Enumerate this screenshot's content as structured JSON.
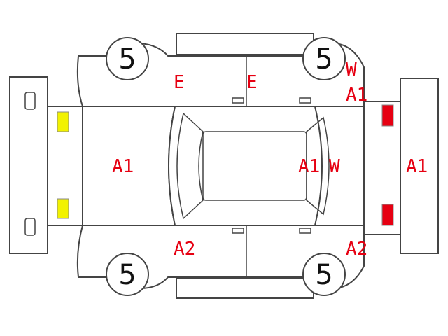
{
  "colors": {
    "mark": "#e60012",
    "outline": "#444444",
    "front_light": "#f2f200",
    "rear_light": "#e60012"
  },
  "tires": {
    "front_left": "5",
    "front_right": "5",
    "rear_left": "5",
    "rear_right": "5"
  },
  "marks": {
    "front_left_door": "E",
    "rear_left_door": "E",
    "rear_top_w": "W",
    "rear_top_a1": "A1",
    "hood": "A1",
    "windshield_w_a1": "A1",
    "windshield_w": "W",
    "rear_panel": "A1",
    "front_right_door": "A2",
    "rear_right_corner": "A2"
  }
}
